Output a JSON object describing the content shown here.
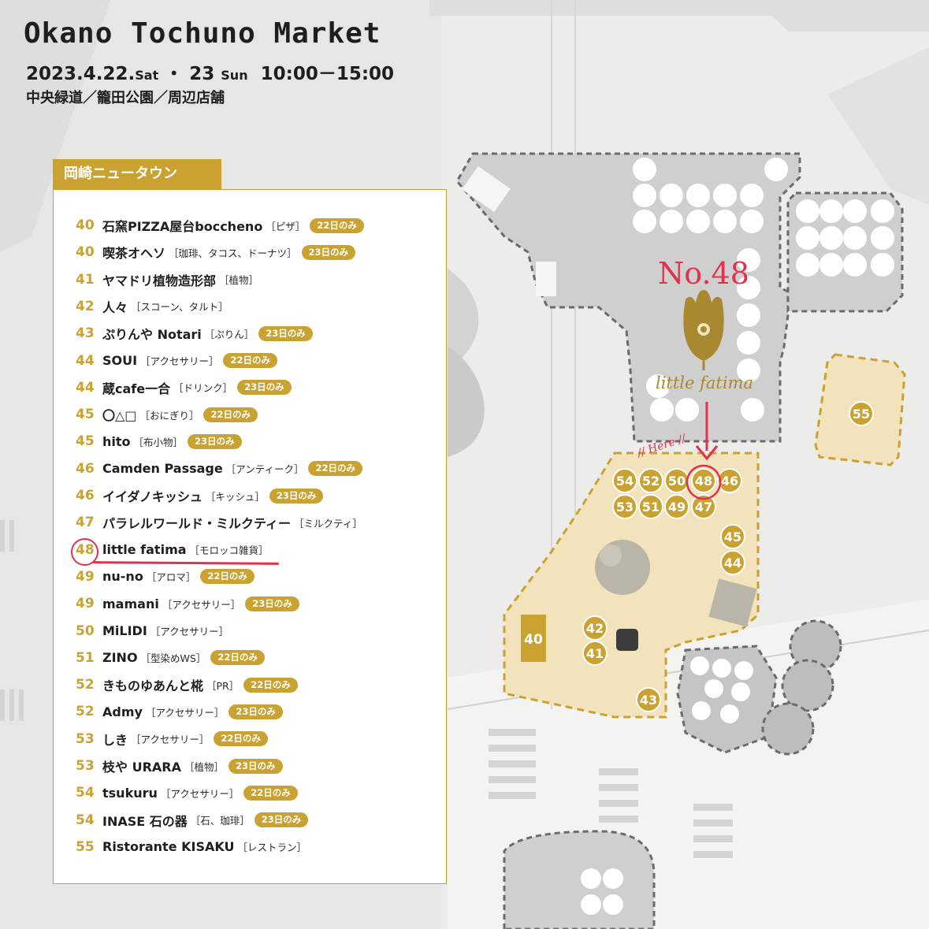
{
  "header": {
    "title": "Okano Tochuno Market",
    "date_part1": "2023.4.22.",
    "day1": "Sat",
    "date_sep": "・",
    "date_part2": "23",
    "day2": "Sun",
    "time": "10:00－15:00",
    "venues": "中央緑道／籠田公園／周辺店舗"
  },
  "area_name": "岡崎ニュータウン",
  "vendors": [
    {
      "no": "40",
      "name": "石窯PIZZA屋台boccheno",
      "category": "［ピザ］",
      "badge": "22日のみ"
    },
    {
      "no": "40",
      "name": "喫茶オヘソ",
      "category": "［珈琲、タコス、ドーナツ］",
      "badge": "23日のみ"
    },
    {
      "no": "41",
      "name": "ヤマドリ植物造形部",
      "category": "［植物］",
      "badge": ""
    },
    {
      "no": "42",
      "name": "人々",
      "category": "［スコーン、タルト］",
      "badge": ""
    },
    {
      "no": "43",
      "name": "ぷりんや Notari",
      "category": "［ぷりん］",
      "badge": "23日のみ"
    },
    {
      "no": "44",
      "name": "SOUI",
      "category": "［アクセサリー］",
      "badge": "22日のみ"
    },
    {
      "no": "44",
      "name": "蔵cafe一合",
      "category": "［ドリンク］",
      "badge": "23日のみ"
    },
    {
      "no": "45",
      "name": "〇△□",
      "category": "［おにぎり］",
      "badge": "22日のみ"
    },
    {
      "no": "45",
      "name": "hito",
      "category": "［布小物］",
      "badge": "23日のみ"
    },
    {
      "no": "46",
      "name": "Camden Passage",
      "category": "［アンティーク］",
      "badge": "22日のみ"
    },
    {
      "no": "46",
      "name": "イイダノキッシュ",
      "category": "［キッシュ］",
      "badge": "23日のみ"
    },
    {
      "no": "47",
      "name": "パラレルワールド・ミルクティー",
      "category": "［ミルクティ］",
      "badge": ""
    },
    {
      "no": "48",
      "name": "little fatima",
      "category": "［モロッコ雑貨］",
      "badge": ""
    },
    {
      "no": "49",
      "name": "nu-no",
      "category": "［アロマ］",
      "badge": "22日のみ"
    },
    {
      "no": "49",
      "name": "mamani",
      "category": "［アクセサリー］",
      "badge": "23日のみ"
    },
    {
      "no": "50",
      "name": "MiLIDI",
      "category": "［アクセサリー］",
      "badge": ""
    },
    {
      "no": "51",
      "name": "ZINO",
      "category": "［型染めWS］",
      "badge": "22日のみ"
    },
    {
      "no": "52",
      "name": "きものゆあんと椛",
      "category": "［PR］",
      "badge": "22日のみ"
    },
    {
      "no": "52",
      "name": "Admy",
      "category": "［アクセサリー］",
      "badge": "23日のみ"
    },
    {
      "no": "53",
      "name": "しき",
      "category": "［アクセサリー］",
      "badge": "22日のみ"
    },
    {
      "no": "53",
      "name": "枝や URARA",
      "category": "［植物］",
      "badge": "23日のみ"
    },
    {
      "no": "54",
      "name": "tsukuru",
      "category": "［アクセサリー］",
      "badge": "22日のみ"
    },
    {
      "no": "54",
      "name": "INASE 石の器",
      "category": "［石、珈琲］",
      "badge": "23日のみ"
    },
    {
      "no": "55",
      "name": "Ristorante KISAKU",
      "category": "［レストラン］",
      "badge": ""
    }
  ],
  "map": {
    "highlight_label": "No.48",
    "brand_name": "little fatima",
    "here_note": "// Here //",
    "stalls": [
      "54",
      "52",
      "50",
      "48",
      "46",
      "53",
      "51",
      "49",
      "47",
      "45",
      "44",
      "42",
      "41",
      "43",
      "55",
      "40"
    ]
  },
  "colors": {
    "gold": "#c9a232",
    "accent_red": "#e0324a",
    "area_fill": "#f2e3bc",
    "building_gray": "#cfcfcf"
  }
}
